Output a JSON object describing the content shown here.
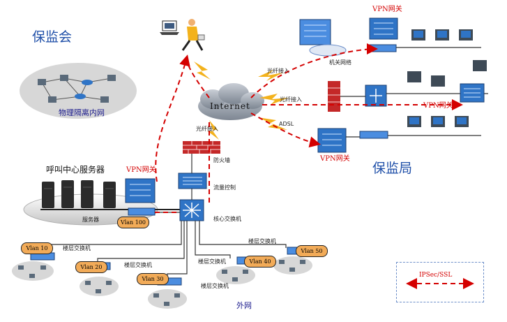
{
  "labels": {
    "title_left": "保监会",
    "physical_net": "物理隔离内网",
    "title_right": "保监局",
    "call_center": "呼叫中心服务器",
    "internet": "Internet",
    "vpn_top": "VPN网关",
    "vpn_left": "VPN网关",
    "vpn_right_mid": "VPN网关",
    "vpn_right_bottom": "VPN网关",
    "fiber_left": "光纤接入",
    "fiber_top": "光纤接入",
    "fiber_mid": "光纤接入",
    "adsl": "ADSL",
    "org_net": "机关网络",
    "firewall": "防火墙",
    "flow_control": "流量控制",
    "core_switch": "核心交换机",
    "servers": "服务器",
    "floor_switch_1": "楼层交换机",
    "floor_switch_2": "楼层交换机",
    "floor_switch_3": "楼层交换机",
    "floor_switch_4": "楼层交换机",
    "extranet": "外网",
    "legend": "IPSec/SSL"
  },
  "vlans": [
    "Vlan 100",
    "Vlan 10",
    "Vlan 20",
    "Vlan 30",
    "Vlan 40",
    "Vlan 50"
  ],
  "colors": {
    "vpn_line": "#d40000",
    "vlan_fill": "#f2ab58",
    "device_blue": "#2f74c6",
    "cloud": "#9aa3ae",
    "title_blue": "#1f4fa8"
  }
}
